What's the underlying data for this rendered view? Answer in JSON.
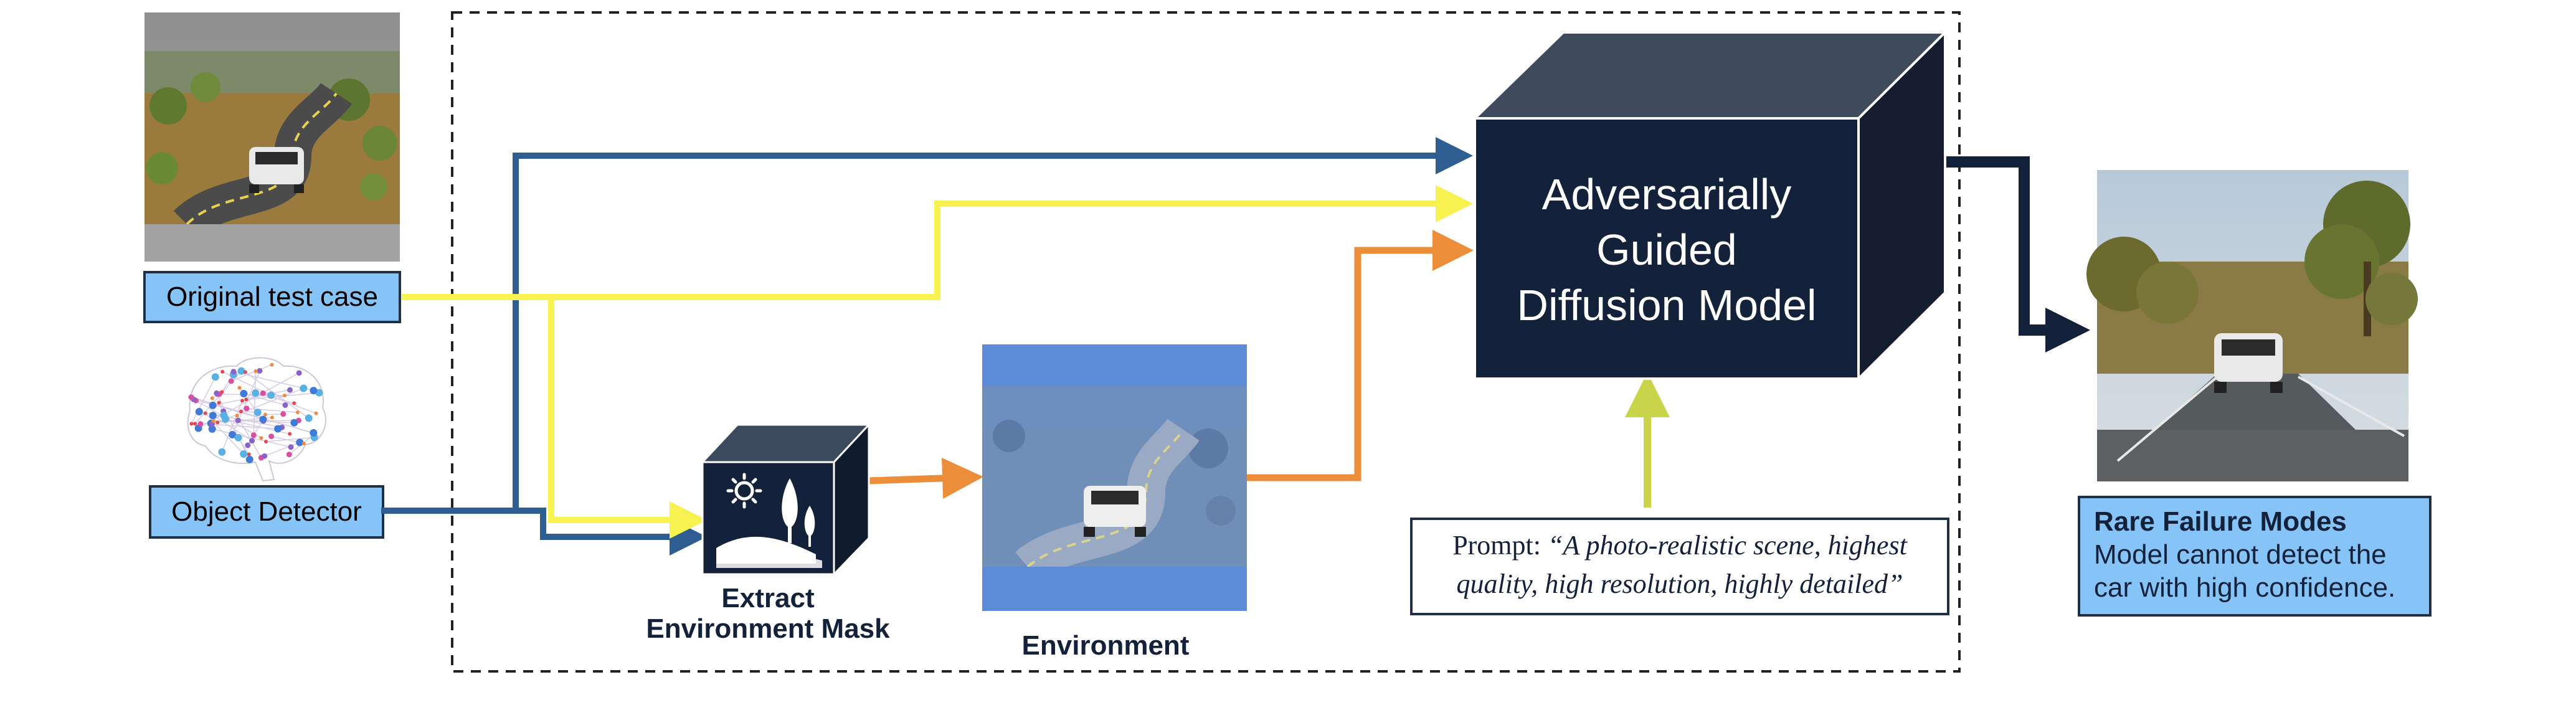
{
  "inputs": {
    "original_test_case_label": "Original test case",
    "object_detector_label": "Object Detector"
  },
  "extract": {
    "title_line1": "Extract",
    "title_line2": "Environment Mask"
  },
  "environment": {
    "label": "Environment"
  },
  "model": {
    "line1": "Adversarially",
    "line2": "Guided",
    "line3": "Diffusion Model"
  },
  "prompt": {
    "prefix": "Prompt: ",
    "line1": "“A photo-realistic scene, highest",
    "line2": "quality, high resolution, highly detailed”"
  },
  "output": {
    "title": "Rare Failure Modes",
    "line1": "Model cannot detect the",
    "line2": "car with high confidence."
  },
  "colors": {
    "blue_arrow": "#2E5E91",
    "yellow_arrow": "#F7F250",
    "orange_arrow": "#EC8D3A",
    "green_arrow": "#C9D44B",
    "dark_navy": "#14213A",
    "light_blue_box": "#86C3F6",
    "env_tint": "#5C8CD6"
  },
  "icons": [
    "road-scene-image",
    "brain-network-icon",
    "sun-icon",
    "tree-icon",
    "hills-icon"
  ]
}
